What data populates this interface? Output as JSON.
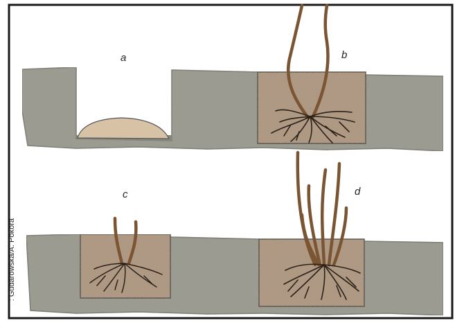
{
  "labels": {
    "a": "a",
    "b": "b",
    "c": "c",
    "d": "d"
  },
  "credit": ": Gudarowska/A. Pokora",
  "colors": {
    "frame": "#1a1a1a",
    "soil": "#9a9a8e",
    "soil_dark": "#6f6f66",
    "pit_soil": "#b4967a",
    "mound": "#d7c2a6",
    "stem": "#7a5534",
    "root": "#2b2118"
  }
}
